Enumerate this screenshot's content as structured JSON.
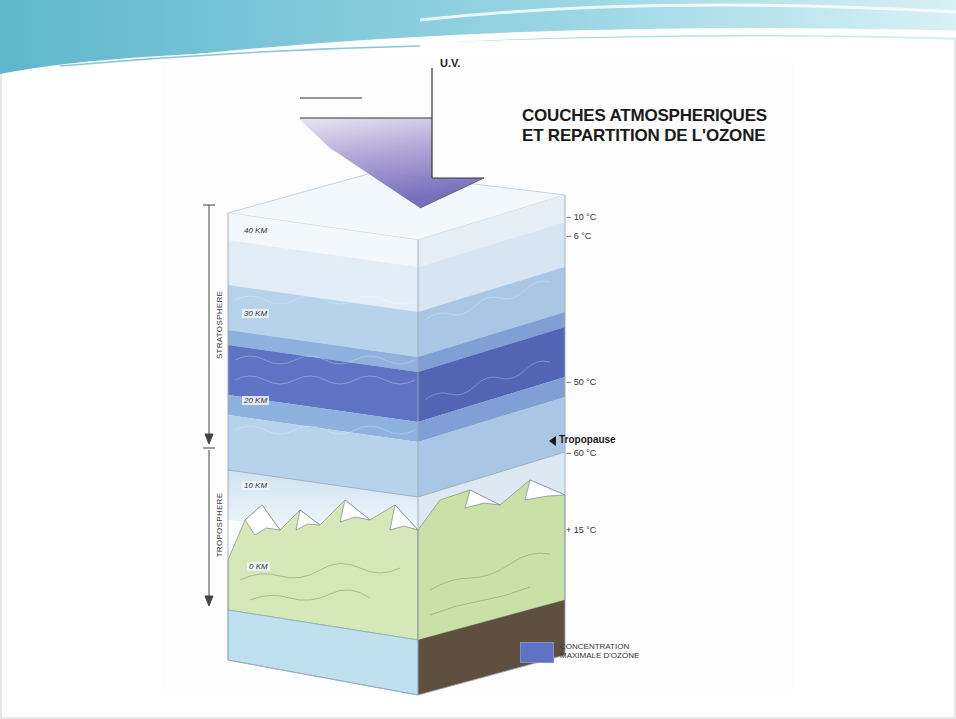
{
  "diagram": {
    "title": "COUCHES ATMOSPHERIQUES ET REPARTITION DE L'OZONE",
    "labels": [
      "U.V.",
      "40 KM",
      "30 KM",
      "20 KM",
      "10 KM",
      "0 KM",
      "STRATOSPHERE",
      "TROPOSPHERE",
      "− 10 °C",
      "− 6 °C",
      "− 50 °C",
      "Tropopause",
      "− 60 °C",
      "+ 15 °C"
    ],
    "legend": [
      {
        "text": "CONCENTRATION MAXIMALE D'OZONE",
        "color": "#5f73c4"
      }
    ]
  }
}
